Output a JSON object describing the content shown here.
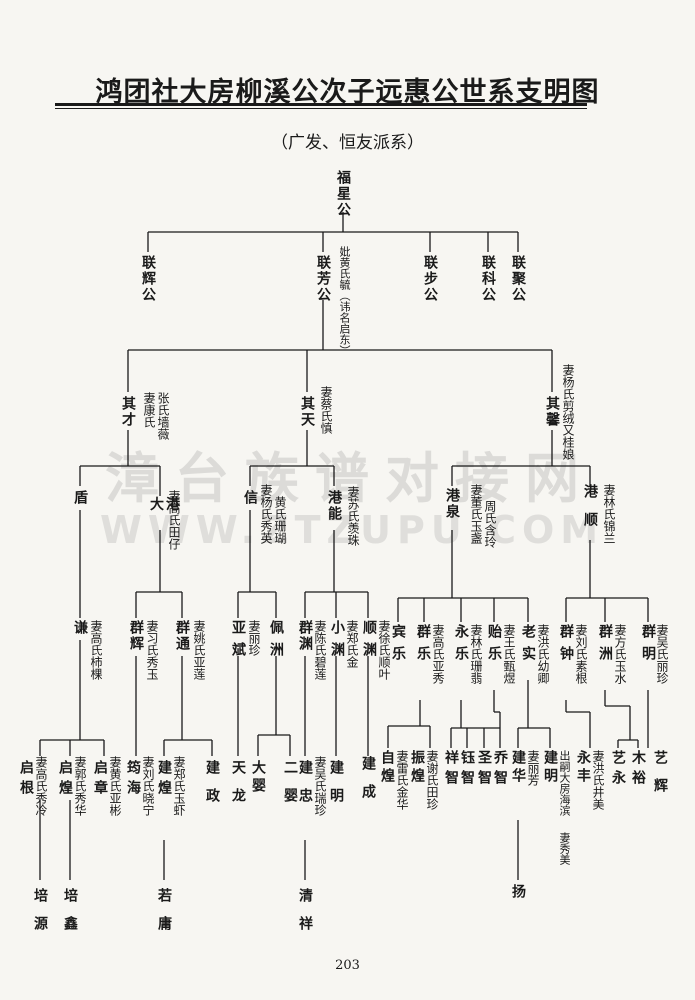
{
  "title": "鸿团社大房柳溪公次子远惠公世系支明图",
  "subtitle": "（广发、恒友派系）",
  "watermark": {
    "cn": "漳台族谱对接网",
    "en": "WWW.ZTZUPU.COM"
  },
  "page_number": "203",
  "tree": {
    "gen1": [
      {
        "name": "福星公",
        "wife": ""
      }
    ],
    "gen2": [
      {
        "name": "联辉公",
        "wife": ""
      },
      {
        "name": "联芳公",
        "wife": "妣黄氏毓（讳名启东）"
      },
      {
        "name": "联步公",
        "wife": ""
      },
      {
        "name": "联科公",
        "wife": ""
      },
      {
        "name": "联聚公",
        "wife": ""
      }
    ],
    "gen3": [
      {
        "name": "其才",
        "wife": "妻康氏"
      },
      {
        "name": "",
        "wife": "张氏墙薇"
      },
      {
        "name": "其天",
        "wife": "妻蔡氏慎"
      },
      {
        "name": "其馨",
        "wife": "妻杨氏剪绒又桂娘"
      }
    ],
    "gen4": [
      {
        "name": "盾",
        "wife": ""
      },
      {
        "name": "大港",
        "wife": "妻高氏田仔"
      },
      {
        "name": "信",
        "wife": "妻杨氏秀英"
      },
      {
        "name": "",
        "wife": "黄氏珊瑚"
      },
      {
        "name": "港能",
        "wife": "妻苏氏羡珠"
      },
      {
        "name": "港泉",
        "wife": "妻董氏玉盏"
      },
      {
        "name": "",
        "wife": "周氏含玲"
      },
      {
        "name": "港顺",
        "wife": "妻林氏锦兰"
      }
    ],
    "gen5": [
      {
        "name": "谦",
        "wife": "妻高氏柿棵"
      },
      {
        "name": "群辉",
        "wife": "妻习氏秀玉"
      },
      {
        "name": "群通",
        "wife": "妻姚氏亚莲"
      },
      {
        "name": "亚斌",
        "wife": "妻丽珍"
      },
      {
        "name": "佩洲",
        "wife": ""
      },
      {
        "name": "群渊",
        "wife": "妻陈氏碧莲"
      },
      {
        "name": "小渊",
        "wife": "妻郑氏金"
      },
      {
        "name": "顺渊",
        "wife": "妻徐氏顺叶"
      },
      {
        "name": "宾乐",
        "wife": ""
      },
      {
        "name": "群乐",
        "wife": "妻高氏亚秀"
      },
      {
        "name": "永乐",
        "wife": "妻林氏珊翡"
      },
      {
        "name": "贻乐",
        "wife": "妻王氏甄煜"
      },
      {
        "name": "老实",
        "wife": "妻洪氏幼卿"
      },
      {
        "name": "群钟",
        "wife": "妻刘氏素根"
      },
      {
        "name": "群洲",
        "wife": "妻方氏玉水"
      },
      {
        "name": "群明",
        "wife": "妻吴氏丽珍"
      }
    ],
    "gen6": [
      {
        "name": "启根",
        "wife": "妻高氏秀冷"
      },
      {
        "name": "启煌",
        "wife": "妻郭氏秀华"
      },
      {
        "name": "启章",
        "wife": "妻黄氏亚彬"
      },
      {
        "name": "筠海",
        "wife": "妻刘氏晓宁"
      },
      {
        "name": "建煌",
        "wife": "妻郑氏玉虾"
      },
      {
        "name": "建政",
        "wife": ""
      },
      {
        "name": "天龙",
        "wife": ""
      },
      {
        "name": "大婴",
        "wife": ""
      },
      {
        "name": "二婴",
        "wife": ""
      },
      {
        "name": "建忠",
        "wife": "妻吴氏瑞珍"
      },
      {
        "name": "建明",
        "wife": ""
      },
      {
        "name": "建成",
        "wife": ""
      },
      {
        "name": "自煌",
        "wife": "妻雷氏金华"
      },
      {
        "name": "振煌",
        "wife": "妻谢氏田珍"
      },
      {
        "name": "祥智",
        "wife": ""
      },
      {
        "name": "钰智",
        "wife": ""
      },
      {
        "name": "圣智",
        "wife": ""
      },
      {
        "name": "乔智",
        "wife": ""
      },
      {
        "name": "建华",
        "wife": "妻丽芳"
      },
      {
        "name": "建明",
        "wife": "出嗣大房海滨"
      },
      {
        "name": "",
        "wife": "妻秀美"
      },
      {
        "name": "永丰",
        "wife": "妻洪氏井美"
      },
      {
        "name": "艺永",
        "wife": ""
      },
      {
        "name": "木裕",
        "wife": ""
      },
      {
        "name": "艺辉",
        "wife": ""
      }
    ],
    "gen7": [
      {
        "name": "培源",
        "wife": ""
      },
      {
        "name": "培鑫",
        "wife": ""
      },
      {
        "name": "若庸",
        "wife": ""
      },
      {
        "name": "清祥",
        "wife": ""
      },
      {
        "name": "扬",
        "wife": ""
      }
    ]
  }
}
